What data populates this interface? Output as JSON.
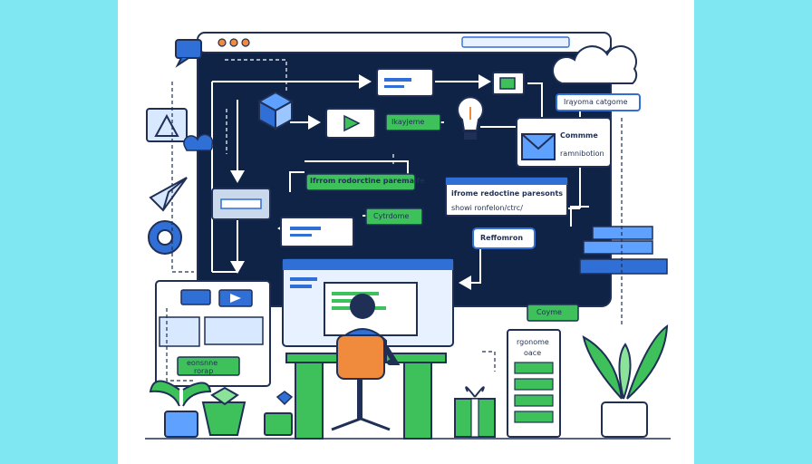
{
  "labels": {
    "top_right_tag": "Irąyoma catgome",
    "green_tag_1": "Ikayjeme",
    "card_title": "Commme",
    "card_subtitle": "ramnibotion",
    "green_banner": "Ifrrom rodorctine paremalfe",
    "panel_title": "ifrome redoctine paresonts",
    "panel_subtitle": "showi ronfelon/ctrc/",
    "green_tag_2": "Cytrdome",
    "reform_button": "Reffomron",
    "cabinet_title": "rgonome",
    "cabinet_subtitle": "oace",
    "green_tag_3": "Coyme",
    "left_tag_line1": "eonsnne",
    "left_tag_line2": "rorap"
  },
  "colors": {
    "page_background": "#7ee7f2",
    "panel_dark": "#0f2346",
    "accent_blue": "#2f6fd6",
    "accent_green": "#3ec15a",
    "accent_orange": "#f08a3c"
  },
  "icons": [
    "chat-bubble-icon",
    "triangle-icon",
    "cloud-icon",
    "paper-plane-icon",
    "gear-icon",
    "cube-icon",
    "play-icon",
    "lightbulb-icon",
    "envelope-icon",
    "plant-icon",
    "gift-icon",
    "file-cabinet-icon"
  ]
}
